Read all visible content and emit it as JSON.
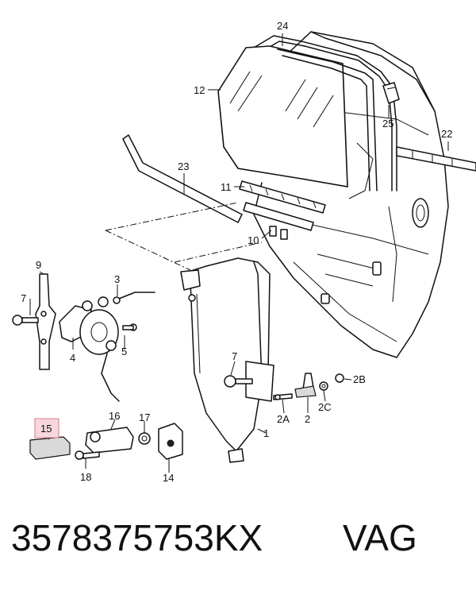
{
  "diagram": {
    "callouts": {
      "c1": "1",
      "c2": "2",
      "c2a": "2A",
      "c2b": "2B",
      "c2c": "2C",
      "c3": "3",
      "c4": "4",
      "c5": "5",
      "c7a": "7",
      "c7b": "7",
      "c9": "9",
      "c10": "10",
      "c11": "11",
      "c12": "12",
      "c14": "14",
      "c15": "15",
      "c16": "16",
      "c17": "17",
      "c18": "18",
      "c22": "22",
      "c23": "23",
      "c24": "24",
      "c25": "25"
    },
    "highlighted_callout": "15",
    "highlight_color": "#f7d7dc"
  },
  "footer": {
    "part_number": "3578375753KX",
    "brand": "VAG"
  }
}
